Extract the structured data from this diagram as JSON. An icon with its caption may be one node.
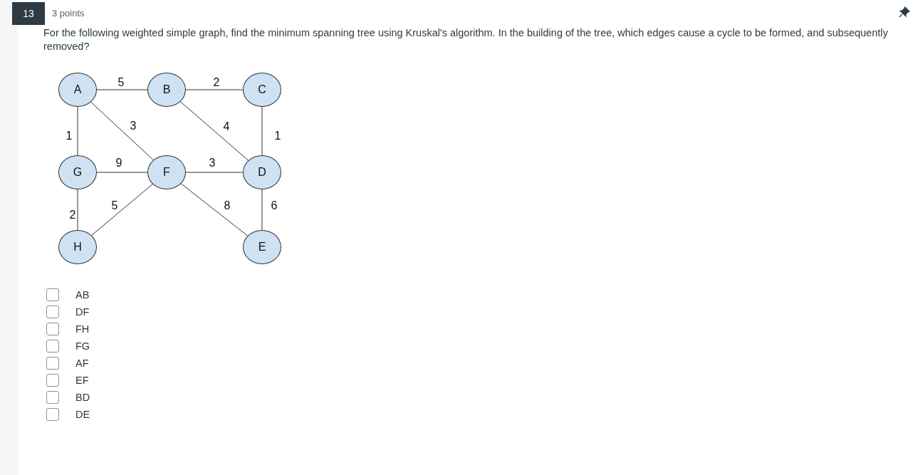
{
  "diagram": {
    "nodes": [
      {
        "text": [
          "A"
        ]
      },
      {
        "text": [
          "B"
        ]
      },
      {
        "text": [
          "C"
        ]
      },
      {
        "text": [
          "G"
        ]
      },
      {
        "text": [
          "F"
        ]
      },
      {
        "text": [
          "D"
        ]
      },
      {
        "text": [
          "H"
        ]
      },
      {
        "text": [
          "E"
        ]
      }
    ],
    "edges": [
      {
        "from": 0,
        "to": 1,
        "arrow": "none",
        "label": "5"
      },
      {
        "from": 1,
        "to": 2,
        "arrow": "none",
        "label": "2"
      },
      {
        "from": 0,
        "to": 4,
        "arrow": "none",
        "label": "3"
      },
      {
        "from": 1,
        "to": 5,
        "arrow": "none",
        "label": "4"
      },
      {
        "from": 0,
        "to": 3,
        "arrow": "none",
        "label": "1"
      },
      {
        "from": 2,
        "to": 5,
        "arrow": "none",
        "label": "1"
      },
      {
        "from": 3,
        "to": 4,
        "arrow": "none",
        "label": "9"
      },
      {
        "from": 4,
        "to": 5,
        "arrow": "none",
        "label": "3"
      },
      {
        "from": 3,
        "to": 6,
        "arrow": "none",
        "label": "2"
      },
      {
        "from": 6,
        "to": 4,
        "arrow": "none",
        "label": "5"
      },
      {
        "from": 4,
        "to": 7,
        "arrow": "none",
        "label": "8"
      },
      {
        "from": 5,
        "to": 7,
        "arrow": "none",
        "label": "6"
      }
    ],
    "labels": [
      "13",
      "3 points",
      "For the following weighted simple graph, find the minimum spanning tree using Kruskal's algorithm. In the building of the tree, which edges cause a cycle to be formed, and subsequently removed?",
      "AB",
      "DF",
      "FH",
      "FG",
      "AF",
      "EF",
      "BD",
      "DE"
    ]
  }
}
